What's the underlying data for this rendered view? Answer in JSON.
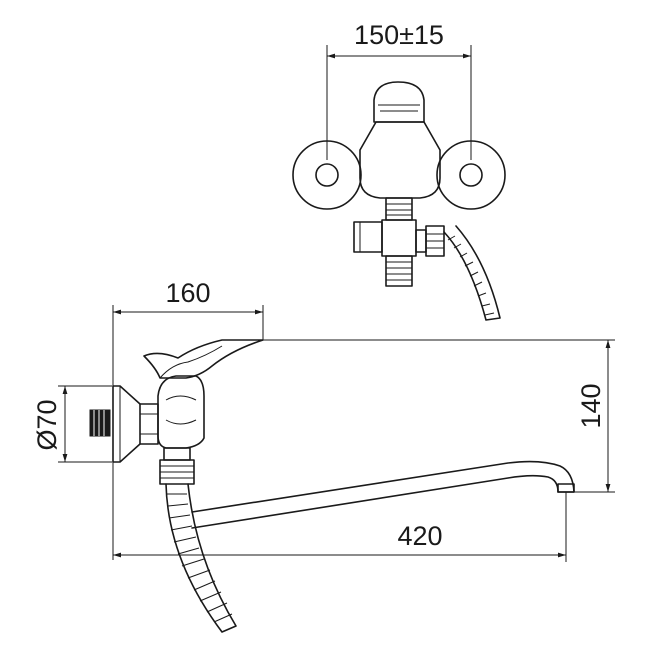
{
  "dimensions": {
    "top_spacing": "150±15",
    "body_width": "160",
    "height": "140",
    "flange_diameter": "Ø70",
    "spout_length": "420"
  },
  "colors": {
    "line": "#1a1a1a",
    "background": "#ffffff"
  }
}
